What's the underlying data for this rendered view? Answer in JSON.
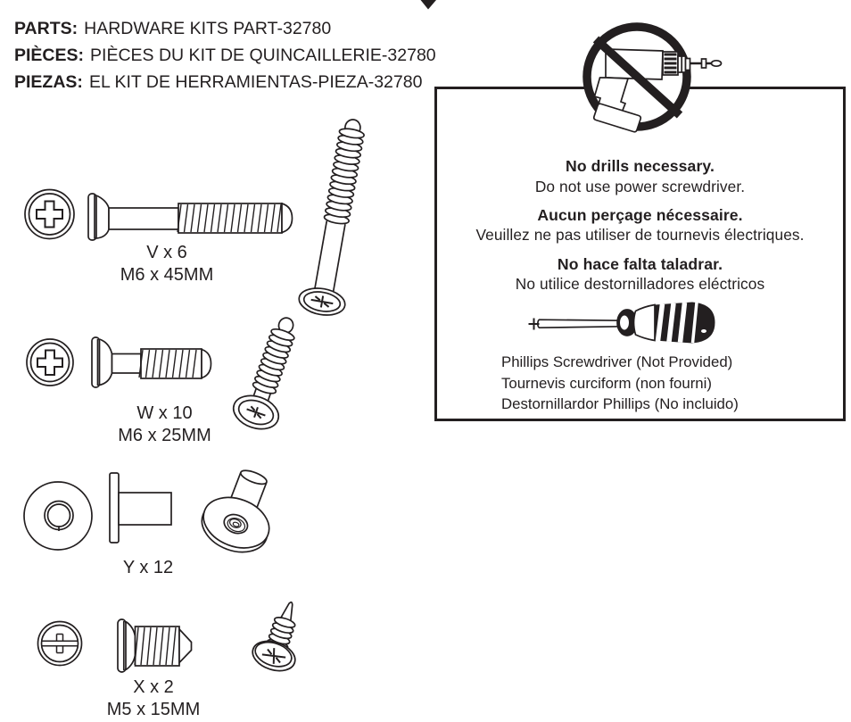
{
  "page": {
    "background": "#ffffff",
    "ink": "#231f20"
  },
  "header": {
    "lines": [
      {
        "label": "PARTS:",
        "text": "HARDWARE KITS PART-32780"
      },
      {
        "label": "PIÈCES:",
        "text": "PIÈCES DU KIT DE QUINCAILLERIE-32780"
      },
      {
        "label": "PIEZAS:",
        "text": "EL KIT DE HERRAMIENTAS-PIEZA-32780"
      }
    ]
  },
  "parts": [
    {
      "id": "V",
      "label": "V x 6",
      "size": "M6 x 45MM"
    },
    {
      "id": "W",
      "label": "W x 10",
      "size": "M6 x 25MM"
    },
    {
      "id": "Y",
      "label": "Y x 12",
      "size": ""
    },
    {
      "id": "X",
      "label": "X x 2",
      "size": "M5 x 15MM"
    }
  ],
  "notice": {
    "messages": [
      {
        "bold": "No drills necessary.",
        "text": "Do not use power screwdriver."
      },
      {
        "bold": "Aucun perçage nécessaire.",
        "text": "Veuillez ne pas utiliser de tournevis électriques."
      },
      {
        "bold": "No hace falta taladrar.",
        "text": "No utilice destornilladores eléctricos"
      }
    ],
    "screwdriver_lines": [
      "Phillips Screwdriver (Not Provided)",
      "Tournevis curciform (non fourni)",
      "Destornillardor Phillips (No incluido)"
    ]
  },
  "icons": {
    "no_drill": "no-drill-prohibition-icon",
    "screwdriver": "phillips-screwdriver-icon"
  }
}
